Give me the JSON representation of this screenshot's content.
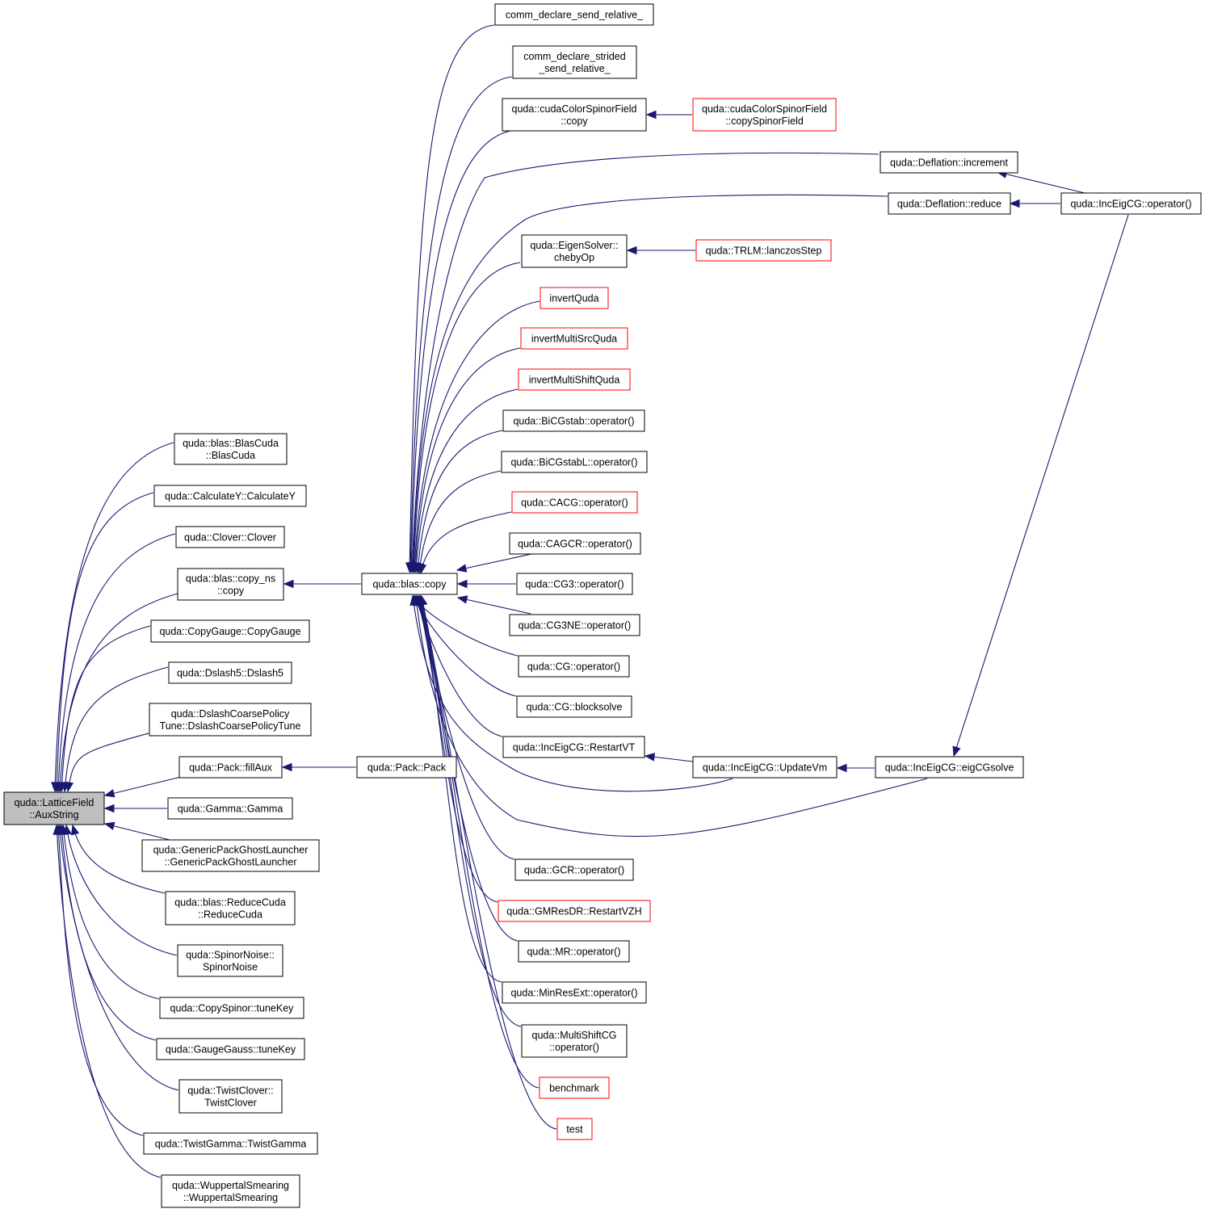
{
  "colors": {
    "edge": "#191970",
    "node_border": "#000000",
    "node_border_incomplete": "#ff0000",
    "root_fill": "#bfbfbf"
  },
  "nodes": [
    {
      "id": "root",
      "lines": [
        "quda::LatticeField",
        "::AuxString"
      ],
      "style": "root"
    },
    {
      "id": "blascuda",
      "lines": [
        "quda::blas::BlasCuda",
        "::BlasCuda"
      ],
      "style": "normal"
    },
    {
      "id": "calcy",
      "lines": [
        "quda::CalculateY::CalculateY"
      ],
      "style": "normal"
    },
    {
      "id": "clover",
      "lines": [
        "quda::Clover::Clover"
      ],
      "style": "normal"
    },
    {
      "id": "copyns",
      "lines": [
        "quda::blas::copy_ns",
        "::copy"
      ],
      "style": "normal"
    },
    {
      "id": "copygauge",
      "lines": [
        "quda::CopyGauge::CopyGauge"
      ],
      "style": "normal"
    },
    {
      "id": "dslash5",
      "lines": [
        "quda::Dslash5::Dslash5"
      ],
      "style": "normal"
    },
    {
      "id": "dslashcoarse",
      "lines": [
        "quda::DslashCoarsePolicy",
        "Tune::DslashCoarsePolicyTune"
      ],
      "style": "normal"
    },
    {
      "id": "fillaux",
      "lines": [
        "quda::Pack::fillAux"
      ],
      "style": "normal"
    },
    {
      "id": "gamma",
      "lines": [
        "quda::Gamma::Gamma"
      ],
      "style": "normal"
    },
    {
      "id": "genericpack",
      "lines": [
        "quda::GenericPackGhostLauncher",
        "::GenericPackGhostLauncher"
      ],
      "style": "normal"
    },
    {
      "id": "reducecuda",
      "lines": [
        "quda::blas::ReduceCuda",
        "::ReduceCuda"
      ],
      "style": "normal"
    },
    {
      "id": "spinornoise",
      "lines": [
        "quda::SpinorNoise::",
        "SpinorNoise"
      ],
      "style": "normal"
    },
    {
      "id": "copyspinor",
      "lines": [
        "quda::CopySpinor::tuneKey"
      ],
      "style": "normal"
    },
    {
      "id": "gaugegauss",
      "lines": [
        "quda::GaugeGauss::tuneKey"
      ],
      "style": "normal"
    },
    {
      "id": "twistclover",
      "lines": [
        "quda::TwistClover::",
        "TwistClover"
      ],
      "style": "normal"
    },
    {
      "id": "twistgamma",
      "lines": [
        "quda::TwistGamma::TwistGamma"
      ],
      "style": "normal"
    },
    {
      "id": "wuppertal",
      "lines": [
        "quda::WuppertalSmearing",
        "::WuppertalSmearing"
      ],
      "style": "normal"
    },
    {
      "id": "blascopy",
      "lines": [
        "quda::blas::copy"
      ],
      "style": "normal"
    },
    {
      "id": "pack",
      "lines": [
        "quda::Pack::Pack"
      ],
      "style": "normal"
    },
    {
      "id": "commsend",
      "lines": [
        "comm_declare_send_relative_"
      ],
      "style": "normal"
    },
    {
      "id": "commstrided",
      "lines": [
        "comm_declare_strided",
        "_send_relative_"
      ],
      "style": "normal"
    },
    {
      "id": "cudacopy",
      "lines": [
        "quda::cudaColorSpinorField",
        "::copy"
      ],
      "style": "normal"
    },
    {
      "id": "copyspinorfield",
      "lines": [
        "quda::cudaColorSpinorField",
        "::copySpinorField"
      ],
      "style": "red"
    },
    {
      "id": "deflinc",
      "lines": [
        "quda::Deflation::increment"
      ],
      "style": "normal"
    },
    {
      "id": "deflred",
      "lines": [
        "quda::Deflation::reduce"
      ],
      "style": "normal"
    },
    {
      "id": "inceigop",
      "lines": [
        "quda::IncEigCG::operator()"
      ],
      "style": "normal"
    },
    {
      "id": "chebyop",
      "lines": [
        "quda::EigenSolver::",
        "chebyOp"
      ],
      "style": "normal"
    },
    {
      "id": "lanczos",
      "lines": [
        "quda::TRLM::lanczosStep"
      ],
      "style": "red"
    },
    {
      "id": "invertquda",
      "lines": [
        "invertQuda"
      ],
      "style": "red"
    },
    {
      "id": "invertmultisrc",
      "lines": [
        "invertMultiSrcQuda"
      ],
      "style": "red"
    },
    {
      "id": "invertmultishift",
      "lines": [
        "invertMultiShiftQuda"
      ],
      "style": "red"
    },
    {
      "id": "bicgstab",
      "lines": [
        "quda::BiCGstab::operator()"
      ],
      "style": "normal"
    },
    {
      "id": "bicgstabl",
      "lines": [
        "quda::BiCGstabL::operator()"
      ],
      "style": "normal"
    },
    {
      "id": "cacg",
      "lines": [
        "quda::CACG::operator()"
      ],
      "style": "red"
    },
    {
      "id": "cagcr",
      "lines": [
        "quda::CAGCR::operator()"
      ],
      "style": "normal"
    },
    {
      "id": "cg3",
      "lines": [
        "quda::CG3::operator()"
      ],
      "style": "normal"
    },
    {
      "id": "cg3ne",
      "lines": [
        "quda::CG3NE::operator()"
      ],
      "style": "normal"
    },
    {
      "id": "cgop",
      "lines": [
        "quda::CG::operator()"
      ],
      "style": "normal"
    },
    {
      "id": "cgblock",
      "lines": [
        "quda::CG::blocksolve"
      ],
      "style": "normal"
    },
    {
      "id": "restartvt",
      "lines": [
        "quda::IncEigCG::RestartVT"
      ],
      "style": "normal"
    },
    {
      "id": "updatevm",
      "lines": [
        "quda::IncEigCG::UpdateVm"
      ],
      "style": "normal"
    },
    {
      "id": "eigcgsolve",
      "lines": [
        "quda::IncEigCG::eigCGsolve"
      ],
      "style": "normal"
    },
    {
      "id": "gcr",
      "lines": [
        "quda::GCR::operator()"
      ],
      "style": "normal"
    },
    {
      "id": "gmresdr",
      "lines": [
        "quda::GMResDR::RestartVZH"
      ],
      "style": "red"
    },
    {
      "id": "mr",
      "lines": [
        "quda::MR::operator()"
      ],
      "style": "normal"
    },
    {
      "id": "minresext",
      "lines": [
        "quda::MinResExt::operator()"
      ],
      "style": "normal"
    },
    {
      "id": "multishiftcg",
      "lines": [
        "quda::MultiShiftCG",
        "::operator()"
      ],
      "style": "normal"
    },
    {
      "id": "benchmark",
      "lines": [
        "benchmark"
      ],
      "style": "red"
    },
    {
      "id": "test",
      "lines": [
        "test"
      ],
      "style": "red"
    }
  ],
  "edges": [
    {
      "from": "blascuda",
      "to": "root"
    },
    {
      "from": "calcy",
      "to": "root"
    },
    {
      "from": "clover",
      "to": "root"
    },
    {
      "from": "copyns",
      "to": "root"
    },
    {
      "from": "copygauge",
      "to": "root"
    },
    {
      "from": "dslash5",
      "to": "root"
    },
    {
      "from": "dslashcoarse",
      "to": "root"
    },
    {
      "from": "fillaux",
      "to": "root"
    },
    {
      "from": "gamma",
      "to": "root"
    },
    {
      "from": "genericpack",
      "to": "root"
    },
    {
      "from": "reducecuda",
      "to": "root"
    },
    {
      "from": "spinornoise",
      "to": "root"
    },
    {
      "from": "copyspinor",
      "to": "root"
    },
    {
      "from": "gaugegauss",
      "to": "root"
    },
    {
      "from": "twistclover",
      "to": "root"
    },
    {
      "from": "twistgamma",
      "to": "root"
    },
    {
      "from": "wuppertal",
      "to": "root"
    },
    {
      "from": "blascopy",
      "to": "copyns"
    },
    {
      "from": "pack",
      "to": "fillaux"
    },
    {
      "from": "commsend",
      "to": "blascopy"
    },
    {
      "from": "commstrided",
      "to": "blascopy"
    },
    {
      "from": "cudacopy",
      "to": "blascopy"
    },
    {
      "from": "deflinc",
      "to": "blascopy"
    },
    {
      "from": "deflred",
      "to": "blascopy"
    },
    {
      "from": "chebyop",
      "to": "blascopy"
    },
    {
      "from": "invertquda",
      "to": "blascopy"
    },
    {
      "from": "invertmultisrc",
      "to": "blascopy"
    },
    {
      "from": "invertmultishift",
      "to": "blascopy"
    },
    {
      "from": "bicgstab",
      "to": "blascopy"
    },
    {
      "from": "bicgstabl",
      "to": "blascopy"
    },
    {
      "from": "cacg",
      "to": "blascopy"
    },
    {
      "from": "cagcr",
      "to": "blascopy"
    },
    {
      "from": "cg3",
      "to": "blascopy"
    },
    {
      "from": "cg3ne",
      "to": "blascopy"
    },
    {
      "from": "cgop",
      "to": "blascopy"
    },
    {
      "from": "cgblock",
      "to": "blascopy"
    },
    {
      "from": "restartvt",
      "to": "blascopy"
    },
    {
      "from": "updatevm",
      "to": "blascopy"
    },
    {
      "from": "eigcgsolve",
      "to": "blascopy"
    },
    {
      "from": "gcr",
      "to": "blascopy"
    },
    {
      "from": "gmresdr",
      "to": "blascopy"
    },
    {
      "from": "mr",
      "to": "blascopy"
    },
    {
      "from": "minresext",
      "to": "blascopy"
    },
    {
      "from": "multishiftcg",
      "to": "blascopy"
    },
    {
      "from": "benchmark",
      "to": "blascopy"
    },
    {
      "from": "test",
      "to": "blascopy"
    },
    {
      "from": "copyspinorfield",
      "to": "cudacopy"
    },
    {
      "from": "inceigop",
      "to": "deflinc"
    },
    {
      "from": "inceigop",
      "to": "deflred"
    },
    {
      "from": "lanczos",
      "to": "chebyop"
    },
    {
      "from": "updatevm",
      "to": "restartvt"
    },
    {
      "from": "eigcgsolve",
      "to": "updatevm"
    },
    {
      "from": "inceigop",
      "to": "eigcgsolve"
    }
  ]
}
